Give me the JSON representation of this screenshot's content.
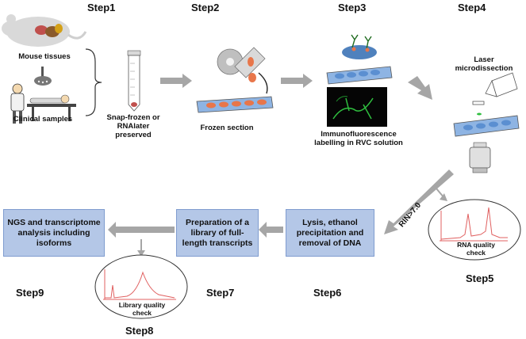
{
  "steps": {
    "step1": "Step1",
    "step2": "Step2",
    "step3": "Step3",
    "step4": "Step4",
    "step5": "Step5",
    "step6": "Step6",
    "step7": "Step7",
    "step8": "Step8",
    "step9": "Step9"
  },
  "labels": {
    "mouse_tissues": "Mouse tissues",
    "clinical_samples": "Clinical samples",
    "snap_frozen_1": "Snap-frozen or",
    "snap_frozen_2": "RNAlater",
    "snap_frozen_3": "preserved",
    "frozen_section": "Frozen section",
    "immuno_1": "Immunofluorescence",
    "immuno_2": "labelling in RVC solution",
    "laser_1": "Laser",
    "laser_2": "microdissection",
    "rin": "RIN>7.0",
    "rna_quality_1": "RNA quality",
    "rna_quality_2": "check",
    "library_quality_1": "Library quality",
    "library_quality_2": "check"
  },
  "boxes": {
    "lysis": "Lysis, ethanol precipitation  and removal of DNA",
    "preparation": "Preparation of a library of full-length transcripts",
    "ngs": "NGS and transcriptome analysis including isoforms"
  },
  "colors": {
    "box_fill": "#b4c7e7",
    "arrow_gray": "#a6a6a6",
    "slide_blue": "#8eb4e3",
    "tissue_orange": "#e8764a",
    "trace_red": "#e06060"
  }
}
